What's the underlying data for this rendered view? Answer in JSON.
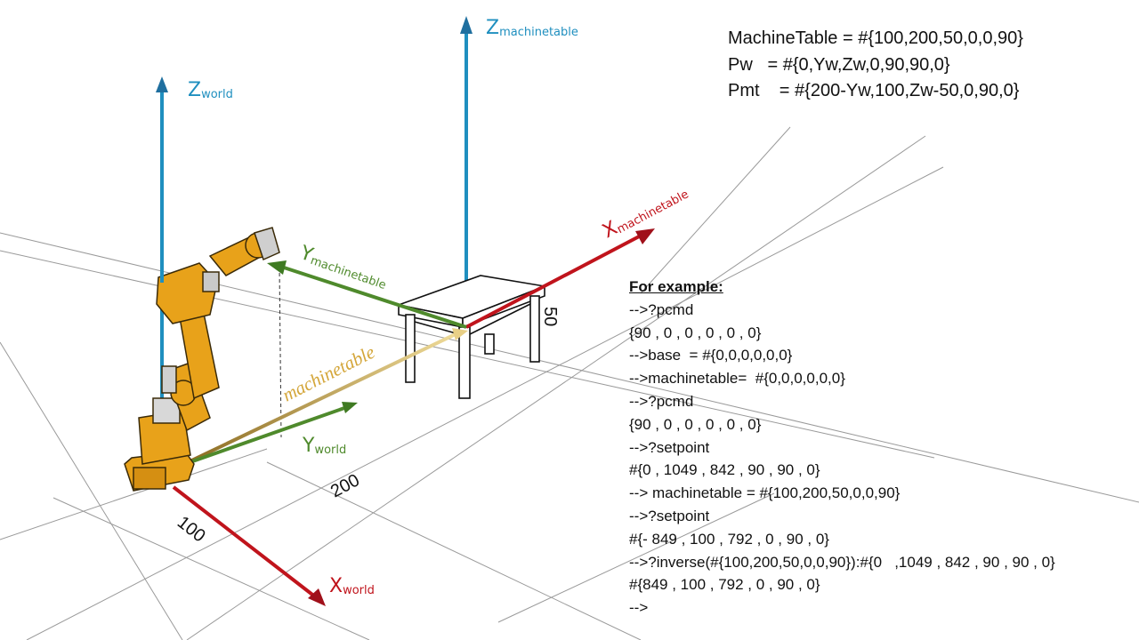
{
  "labels": {
    "z_world": {
      "main": "Z",
      "sub": "world"
    },
    "z_machinetable": {
      "main": "Z",
      "sub": "machinetable"
    },
    "x_machinetable": {
      "main": "X",
      "sub": "machinetable"
    },
    "y_machinetable": {
      "main": "Y",
      "sub": "machinetable"
    },
    "y_world": {
      "main": "Y",
      "sub": "world"
    },
    "x_world": {
      "main": "X",
      "sub": "world"
    },
    "vector": "machinetable"
  },
  "dimensions": {
    "d50": "50",
    "d200": "200",
    "d100": "100"
  },
  "equations": [
    "MachineTable = #{100,200,50,0,0,90}",
    "Pw   = #{0,Yw,Zw,0,90,90,0}",
    "Pmt    = #{200-Yw,100,Zw-50,0,90,0}"
  ],
  "console": {
    "heading": "For example:",
    "lines": [
      "-->?pcmd",
      "{90 , 0 , 0 , 0 , 0 , 0}",
      "-->base  = #{0,0,0,0,0,0}",
      "-->machinetable=  #{0,0,0,0,0,0}",
      "-->?pcmd",
      "{90 , 0 , 0 , 0 , 0 , 0}",
      "-->?setpoint",
      "#{0 , 1049 , 842 , 90 , 90 , 0}",
      "--> machinetable = #{100,200,50,0,0,90}",
      "-->?setpoint",
      "#{- 849 , 100 , 792 , 0 , 90 , 0}",
      "-->?inverse(#{100,200,50,0,0,90}):#{0   ,1049 , 842 , 90 , 90 , 0}",
      "#{849 , 100 , 792 , 0 , 90 , 0}",
      "-->"
    ]
  },
  "colors": {
    "z_axis": "#1f8fbf",
    "x_axis": "#c0141c",
    "y_axis": "#4f8a2c",
    "vector": "#e8cf86",
    "robot": "#e8a21a",
    "grid": "#999999"
  }
}
